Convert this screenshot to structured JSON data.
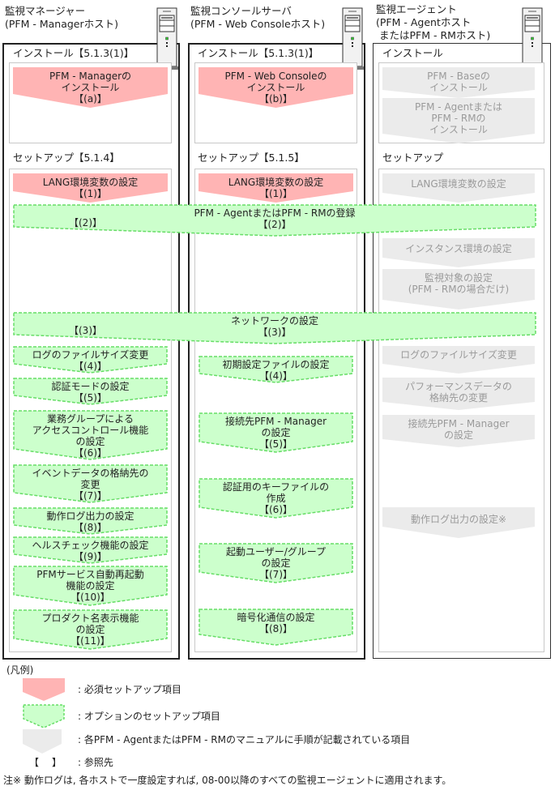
{
  "hosts": [
    {
      "title": "監視マネージャー\n(PFM - Managerホスト)"
    },
    {
      "title": "監視コンソールサーバ\n(PFM - Web Consoleホスト)"
    },
    {
      "title": "監視エージェント\n(PFM - Agentホスト\n またはPFM - RMホスト)"
    }
  ],
  "manager": {
    "install_label": "インストール【5.1.3(1)】",
    "install_step": {
      "text": "PFM - Managerの\nインストール\n【(a)】",
      "type": "required"
    },
    "setup_label": "セットアップ【5.1.4】",
    "steps": [
      {
        "text": "LANG環境変数の設定\n【(1)】",
        "type": "required"
      },
      {
        "text": "【(2)】",
        "type": "optional"
      },
      {
        "text": "【(3)】",
        "type": "optional"
      },
      {
        "text": "ログのファイルサイズ変更\n【(4)】",
        "type": "optional"
      },
      {
        "text": "認証モードの設定\n【(5)】",
        "type": "optional"
      },
      {
        "text": "業務グループによる\nアクセスコントロール機能\nの設定\n【(6)】",
        "type": "optional"
      },
      {
        "text": "イベントデータの格納先の\n変更\n【(7)】",
        "type": "optional"
      },
      {
        "text": "動作ログ出力の設定\n【(8)】",
        "type": "optional"
      },
      {
        "text": "ヘルスチェック機能の設定\n【(9)】",
        "type": "optional"
      },
      {
        "text": "PFMサービス自動再起動\n機能の設定\n【(10)】",
        "type": "optional"
      },
      {
        "text": "プロダクト名表示機能\nの設定\n【(11)】",
        "type": "optional"
      }
    ]
  },
  "console": {
    "install_label": "インストール【5.1.3(1)】",
    "install_step": {
      "text": "PFM - Web Consoleの\nインストール\n【(b)】",
      "type": "required"
    },
    "setup_label": "セットアップ【5.1.5】",
    "steps": [
      {
        "text": "LANG環境変数の設定\n【(1)】",
        "type": "required"
      },
      {
        "text": "初期設定ファイルの設定\n【(4)】",
        "type": "optional"
      },
      {
        "text": "接続先PFM - Manager\nの設定\n【(5)】",
        "type": "optional"
      },
      {
        "text": "認証用のキーファイルの\n作成\n【(6)】",
        "type": "optional"
      },
      {
        "text": "起動ユーザー/グループ\nの設定\n【(7)】",
        "type": "optional"
      },
      {
        "text": "暗号化通信の設定\n【(8)】",
        "type": "optional"
      }
    ]
  },
  "agent": {
    "install_label": "インストール",
    "install_steps": [
      {
        "text": "PFM - Baseの\nインストール",
        "type": "manual"
      },
      {
        "text": "PFM - Agentまたは\nPFM - RMの\nインストール",
        "type": "manual"
      }
    ],
    "setup_label": "セットアップ",
    "steps": [
      {
        "text": "LANG環境変数の設定",
        "type": "manual"
      },
      {
        "text": "インスタンス環境の設定",
        "type": "manual"
      },
      {
        "text": "監視対象の設定\n(PFM - RMの場合だけ)",
        "type": "manual"
      },
      {
        "text": "ログのファイルサイズ変更",
        "type": "manual"
      },
      {
        "text": "パフォーマンスデータの\n格納先の変更",
        "type": "manual"
      },
      {
        "text": "接続先PFM - Manager\nの設定",
        "type": "manual"
      },
      {
        "text": "動作ログ出力の設定※",
        "type": "manual"
      }
    ]
  },
  "spanning_steps": [
    {
      "text": "PFM - AgentまたはPFM - RMの登録\n【(2)】",
      "type": "optional"
    },
    {
      "text": "ネットワークの設定\n【(3)】",
      "type": "optional"
    }
  ],
  "legend": {
    "title": "(凡例)",
    "items": [
      {
        "type": "required",
        "label": ": 必須セットアップ項目"
      },
      {
        "type": "optional",
        "label": ": オプションのセットアップ項目"
      },
      {
        "type": "manual",
        "label": ": 各PFM - AgentまたはPFM - RMのマニュアルに手順が記載されている項目"
      },
      {
        "type": "reference",
        "symbol": "【　】",
        "label": ": 参照先"
      }
    ],
    "note": "注※ 動作ログは, 各ホストで一度設定すれば, 08-00以降のすべての監視エージェントに適用されます。"
  },
  "colors": {
    "required_fill": "#ffb4b4",
    "optional_fill": "#ccffcc",
    "optional_border": "#66dd66",
    "manual_fill": "#ebebeb",
    "manual_text": "#9a9a9a"
  }
}
